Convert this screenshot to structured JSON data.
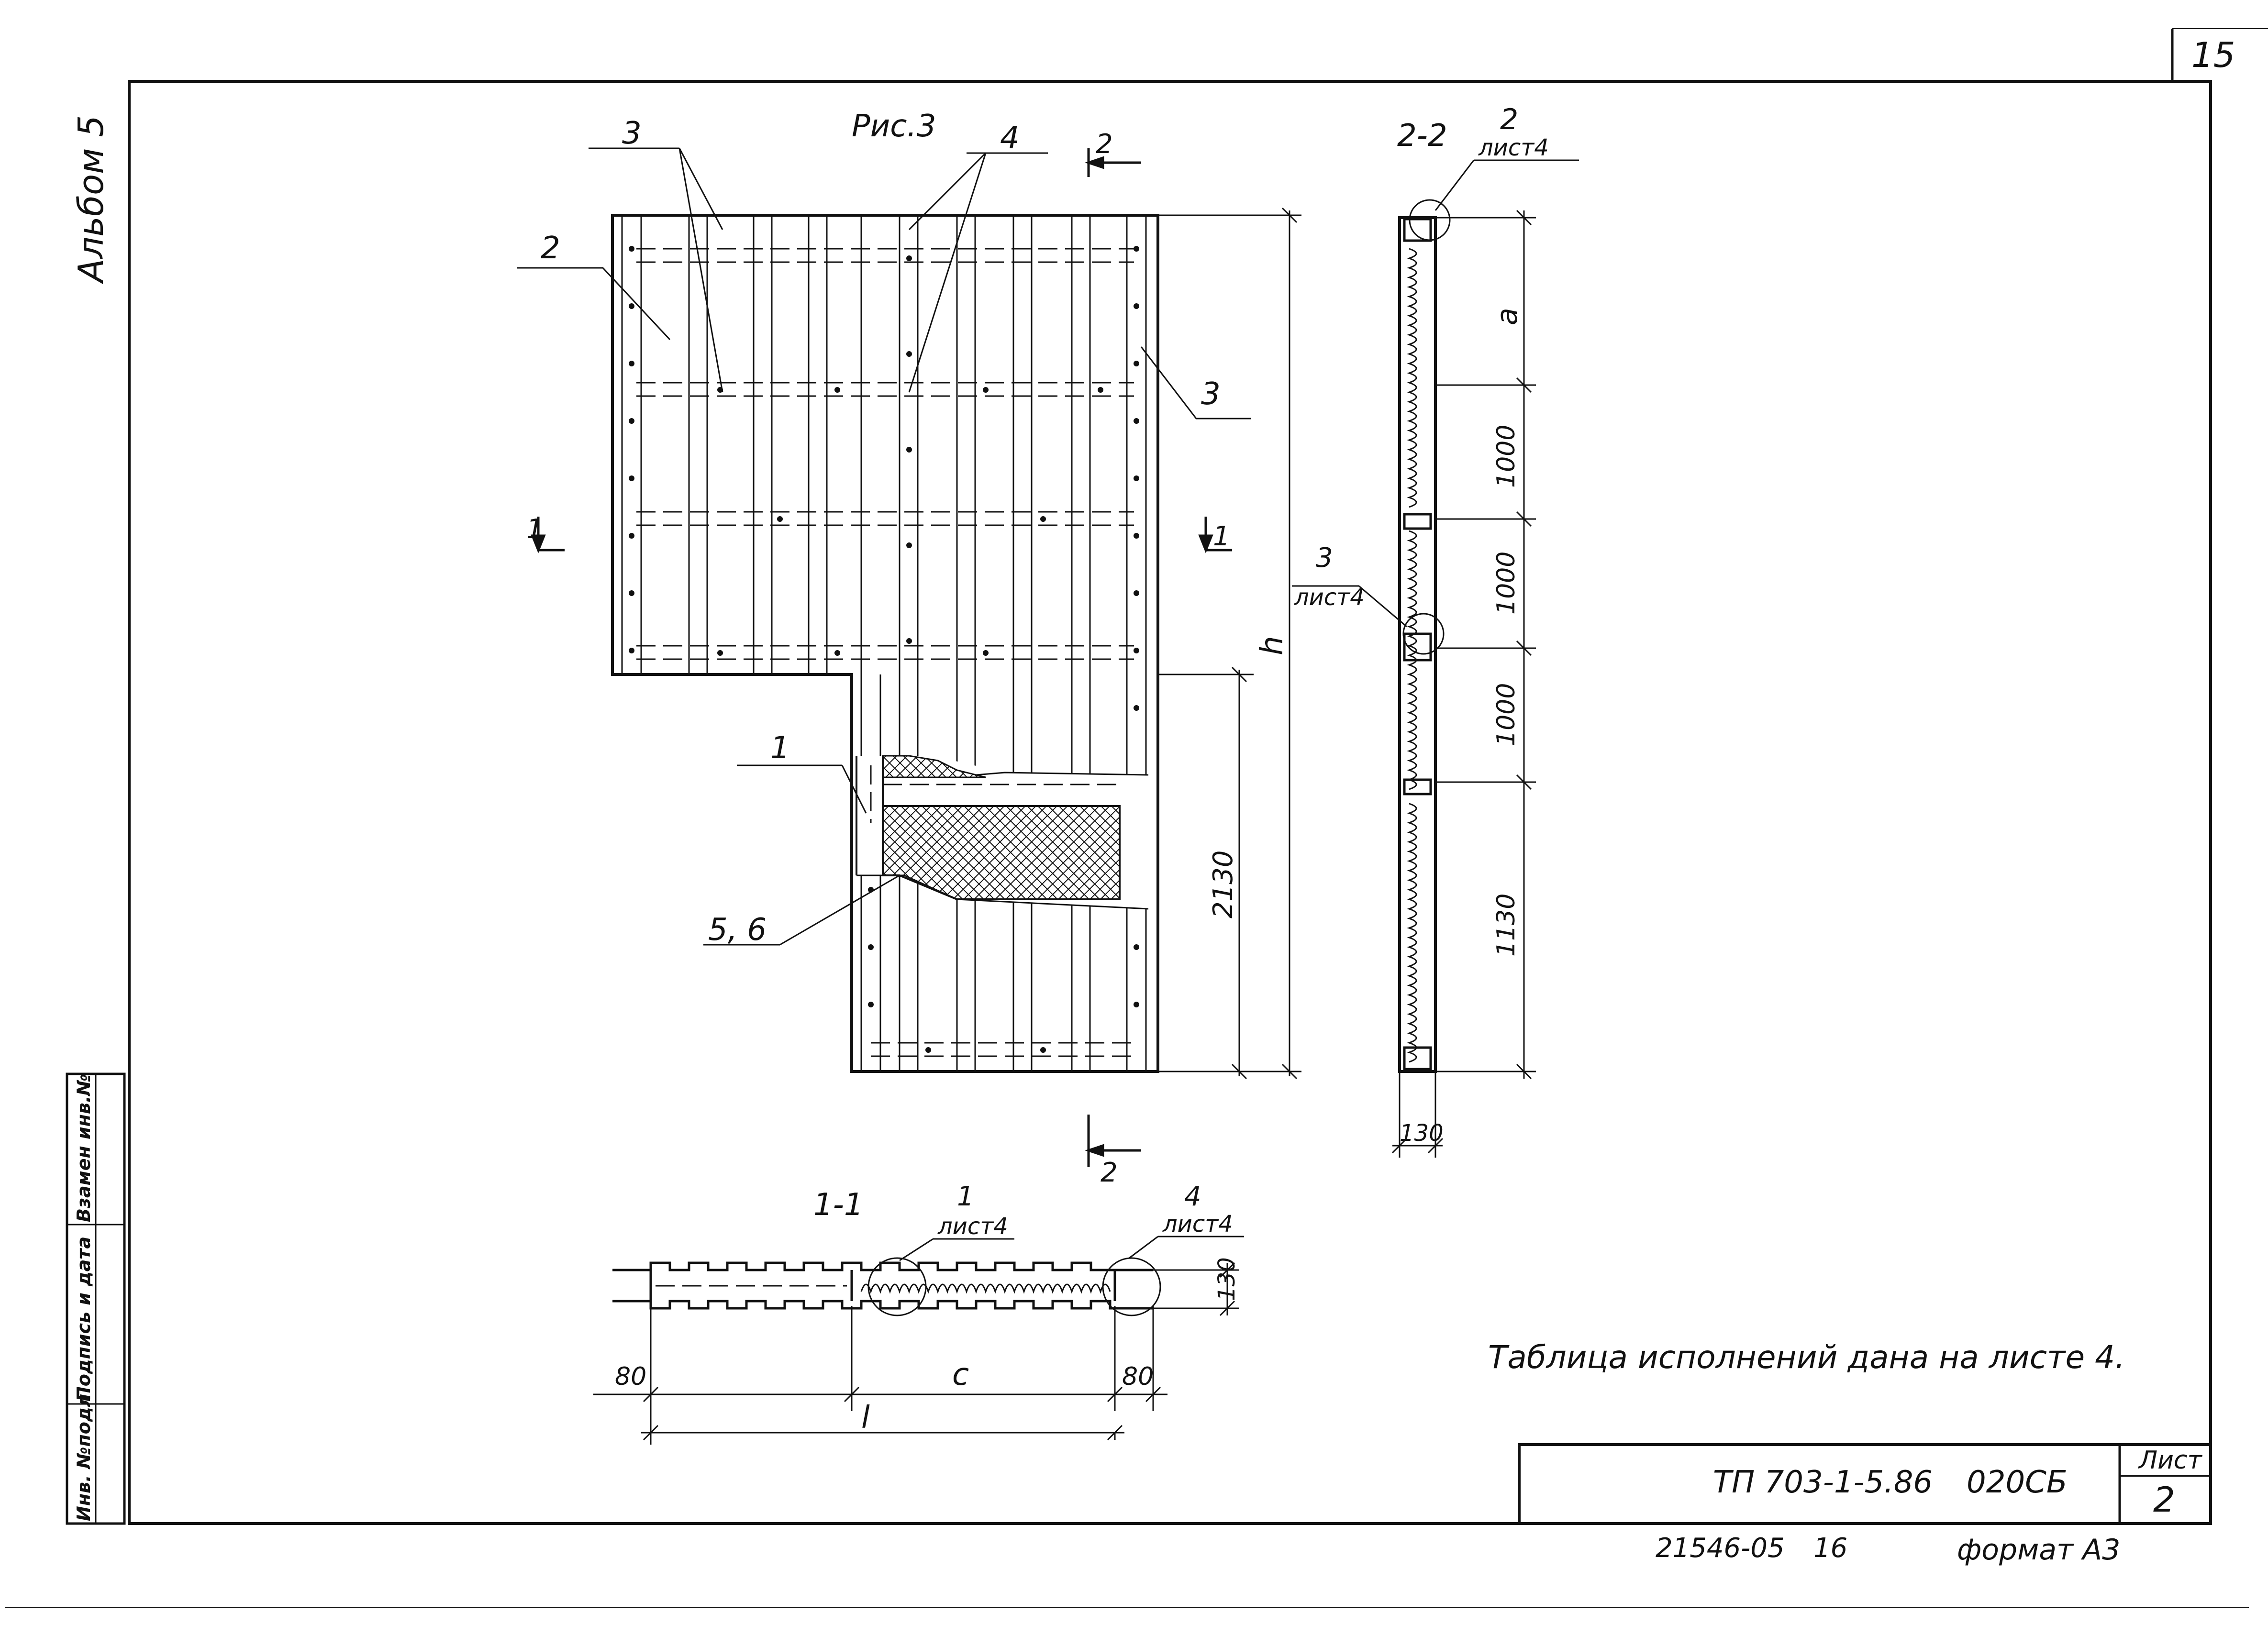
{
  "sheet": {
    "page_number": "15",
    "album_label": "Альбом 5",
    "figure_title": "Рис.3",
    "table_note": "Таблица исполнений дана на листе 4."
  },
  "side_stamp": {
    "inv_no": "Инв. №подл",
    "sign_date": "Подпись и дата",
    "replace_inv": "Взамен инв.№"
  },
  "callouts": {
    "c2": "2",
    "c3a": "3",
    "c3b": "3",
    "c4": "4",
    "c1": "1",
    "c56": "5, 6",
    "cut1_left": "1",
    "cut1_right": "1",
    "cut2_top": "2",
    "cut2_bottom": "2"
  },
  "dimensions": {
    "h": "h",
    "d2130": "2130",
    "a": "a",
    "d1000a": "1000",
    "d1000b": "1000",
    "d1000c": "1000",
    "d1130": "1130",
    "d130_section22": "130",
    "d130_section11": "130",
    "d80_left": "80",
    "d80_right": "80",
    "c": "c",
    "l": "l"
  },
  "section22": {
    "title": "2-2",
    "ref_top_num": "2",
    "ref_top_sheet": "лист4",
    "ref_mid_num": "3",
    "ref_mid_sheet": "лист4"
  },
  "section11": {
    "title": "1-1",
    "ref_a_num": "1",
    "ref_a_sheet": "лист4",
    "ref_b_num": "4",
    "ref_b_sheet": "лист4"
  },
  "title_block": {
    "doc_code": "ТП 703-1-5.86",
    "doc_mark": "020СБ",
    "sheet_label": "Лист",
    "sheet_number": "2"
  },
  "footer": {
    "inv_number": "21546-05",
    "copy_number": "16",
    "format": "формат А3"
  }
}
